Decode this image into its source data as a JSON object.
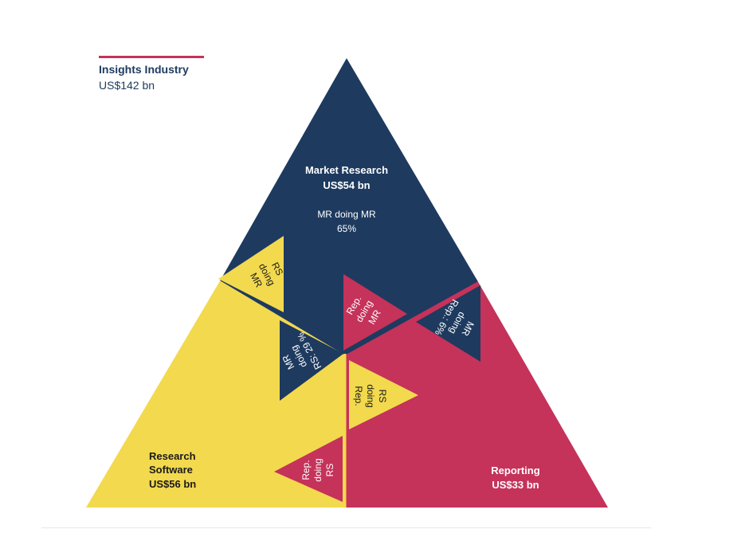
{
  "legend": {
    "title": "Insights Industry",
    "value": "US$142 bn"
  },
  "segments": {
    "market_research": {
      "name": "Market Research",
      "value": "US$54 bn",
      "sub_label": "MR doing MR",
      "sub_value": "65%"
    },
    "research_software": {
      "name_line1": "Research",
      "name_line2": "Software",
      "value": "US$56 bn"
    },
    "reporting": {
      "name": "Reporting",
      "value": "US$33 bn"
    }
  },
  "overlaps": {
    "rs_doing_mr": [
      "RS",
      "doing",
      "MR"
    ],
    "mr_doing_rs": [
      "MR",
      "doing",
      "RS: 29 %"
    ],
    "rep_doing_mr": [
      "Rep.",
      "doing",
      "MR"
    ],
    "mr_doing_rep": [
      "MR",
      "doing",
      "Rep.: 6%"
    ],
    "rs_doing_rep": [
      "RS",
      "doing",
      "Rep."
    ],
    "rep_doing_rs": [
      "Rep.",
      "doing",
      "RS"
    ]
  },
  "colors": {
    "navy": "#1e3a5f",
    "yellow": "#f2d94e",
    "crimson": "#c5325a",
    "white": "#ffffff",
    "dark_text": "#1a1a1a"
  }
}
